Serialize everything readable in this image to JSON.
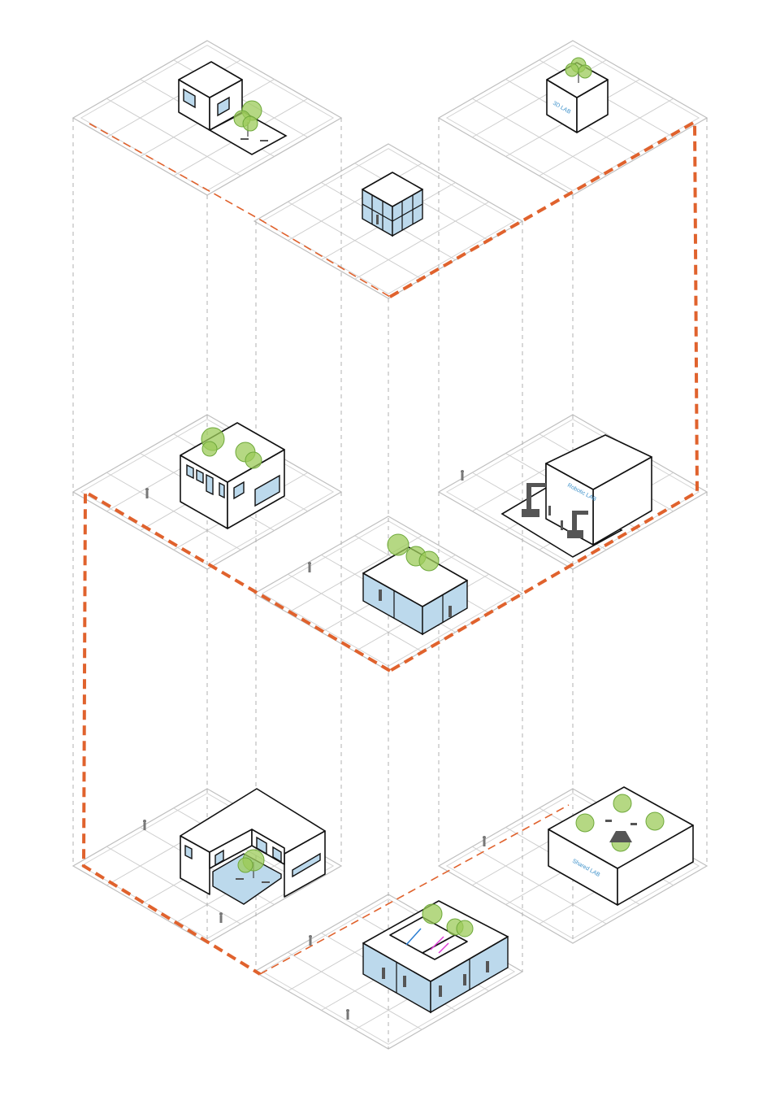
{
  "diagram": {
    "labels": {
      "lab_3d": "3D LAB",
      "lab_robotic": "Robotic LAB",
      "lab_shared": "Shared LAB"
    }
  },
  "colors": {
    "route": "#e0622d",
    "glass": "#bcd9ec",
    "tree": "#9ccb5a",
    "grid": "#c9c9c9",
    "label": "#3a8fc9"
  }
}
